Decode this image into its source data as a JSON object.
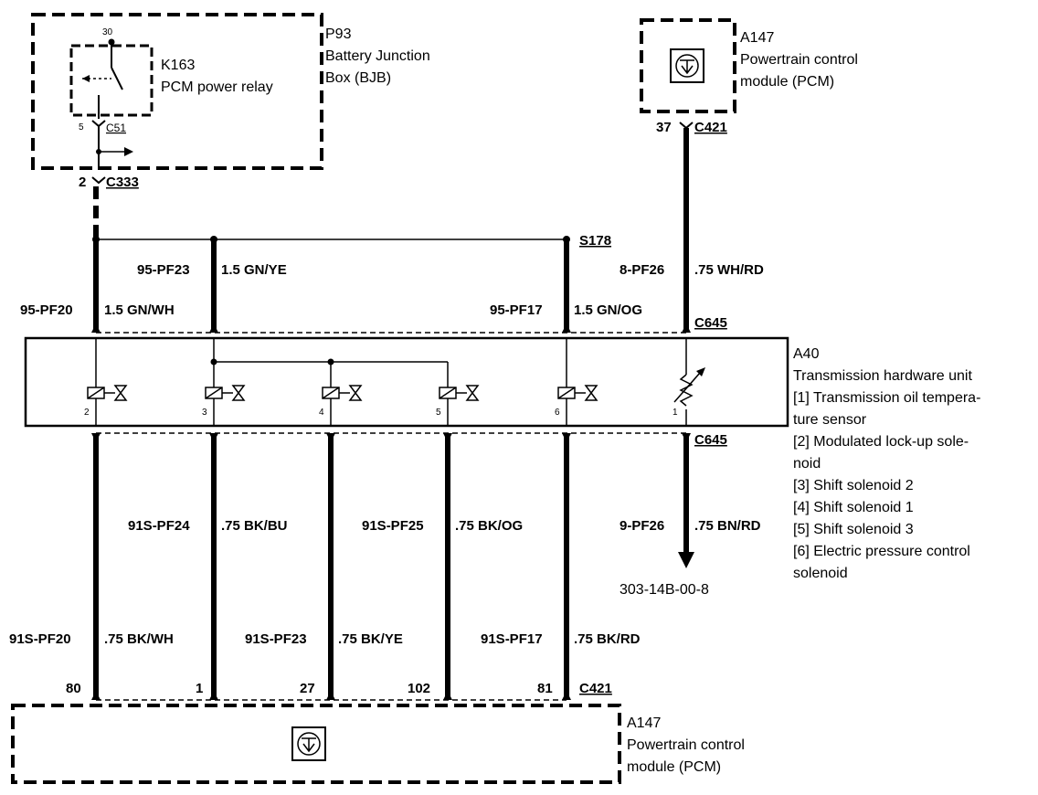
{
  "p93": {
    "id": "P93",
    "line1": "Battery Junction",
    "line2": "Box (BJB)"
  },
  "k163": {
    "id": "K163",
    "name": "PCM power relay",
    "pin_top": "30",
    "pin_bottom": "5",
    "connector": "C51"
  },
  "c333": {
    "pin": "2",
    "name": "C333"
  },
  "pcm_top": {
    "id": "A147",
    "line1": "Powertrain control",
    "line2": "module (PCM)",
    "pin": "37",
    "connector": "C421"
  },
  "splice": {
    "name": "S178"
  },
  "upper_wires": {
    "w_pf23": {
      "circuit": "95-PF23",
      "spec": "1.5 GN/YE"
    },
    "w_pf20": {
      "circuit": "95-PF20",
      "spec": "1.5 GN/WH"
    },
    "w_pf17": {
      "circuit": "95-PF17",
      "spec": "1.5 GN/OG"
    },
    "w_pf26": {
      "circuit": "8-PF26",
      "spec": ".75 WH/RD"
    }
  },
  "c645_top": "C645",
  "c645_bottom": "C645",
  "a40": {
    "id": "A40",
    "name": "Transmission hardware unit",
    "legend": [
      "[1] Transmission oil tempera-",
      "ture sensor",
      "[2] Modulated lock-up sole-",
      "noid",
      "[3] Shift solenoid 2",
      "[4] Shift solenoid 1",
      "[5] Shift solenoid 3",
      "[6] Electric pressure control",
      "solenoid"
    ],
    "components": [
      "2",
      "3",
      "4",
      "5",
      "6",
      "1"
    ]
  },
  "lower_wires": {
    "w_pf24": {
      "circuit": "91S-PF24",
      "spec": ".75 BK/BU"
    },
    "w_pf25": {
      "circuit": "91S-PF25",
      "spec": ".75 BK/OG"
    },
    "w_9pf26": {
      "circuit": "9-PF26",
      "spec": ".75 BN/RD"
    },
    "w_pf20b": {
      "circuit": "91S-PF20",
      "spec": ".75 BK/WH"
    },
    "w_pf23b": {
      "circuit": "91S-PF23",
      "spec": ".75 BK/YE"
    },
    "w_pf17b": {
      "circuit": "91S-PF17",
      "spec": ".75 BK/RD"
    }
  },
  "reference": "303-14B-00-8",
  "bottom_pins": [
    "80",
    "1",
    "27",
    "102",
    "81"
  ],
  "c421_bottom": "C421",
  "pcm_bottom": {
    "id": "A147",
    "line1": "Powertrain control",
    "line2": "module (PCM)"
  }
}
